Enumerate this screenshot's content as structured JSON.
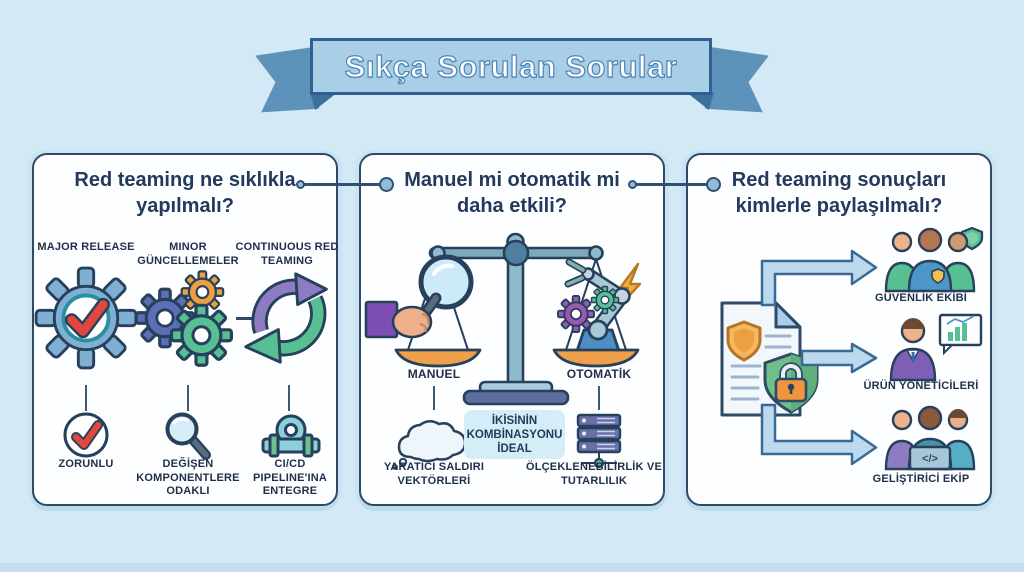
{
  "banner": {
    "title": "Sıkça Sorulan Sorular"
  },
  "panels": {
    "frequency": {
      "question": "Red teaming ne sıklıkla yapılmalı?",
      "columns": [
        {
          "trigger": "MAJOR RELEASE",
          "icon": "gear-check-icon",
          "result": "ZORUNLU",
          "result_icon": "check-circle-icon"
        },
        {
          "trigger": "MINOR GÜNCELLEMELER",
          "icon": "gears-trio-icon",
          "result": "DEĞİŞEN KOMPONENTLERE ODAKLI",
          "result_icon": "magnifier-icon"
        },
        {
          "trigger": "CONTINUOUS RED TEAMING",
          "icon": "cycle-arrows-icon",
          "result": "CI/CD PIPELINE'INA ENTEGRE",
          "result_icon": "pipeline-icon"
        }
      ]
    },
    "method": {
      "question": "Manuel mi otomatik mi daha etkili?",
      "left_option": "MANUEL",
      "right_option": "OTOMATİK",
      "left_benefit": "YARATICI SALDIRI VEKTÖRLERİ",
      "right_benefit": "ÖLÇEKLENEBİLİRLİK VE TUTARLILIK",
      "verdict": "İKİSİNİN KOMBİNASYONU İDEAL",
      "scale_icon": "balance-scale-icon"
    },
    "sharing": {
      "question": "Red teaming sonuçları kimlerle paylaşılmalı?",
      "source_icon": "report-document-shield-icon",
      "recipients": [
        {
          "label": "GÜVENLİK EKİBİ",
          "icon": "security-team-icon"
        },
        {
          "label": "ÜRÜN YÖNETİCİLERİ",
          "icon": "product-manager-icon"
        },
        {
          "label": "GELİŞTİRİCİ EKİP",
          "icon": "developer-team-icon"
        }
      ],
      "laptop_glyph": "</>"
    }
  },
  "colors": {
    "background": "#d3e9f6",
    "card_background": "#fcfeff",
    "card_border": "#2e4a66",
    "heading_text": "#243a5c",
    "label_text": "#1f2f49",
    "ribbon_band": "#a9cfe7",
    "ribbon_fold": "#5d93bb",
    "accent_red": "#e0473f",
    "accent_orange": "#f0a04a",
    "accent_green": "#58bf92",
    "accent_purple": "#8e7cc3",
    "accent_blue": "#7fb0d4",
    "verdict_box": "#d5edf7"
  }
}
